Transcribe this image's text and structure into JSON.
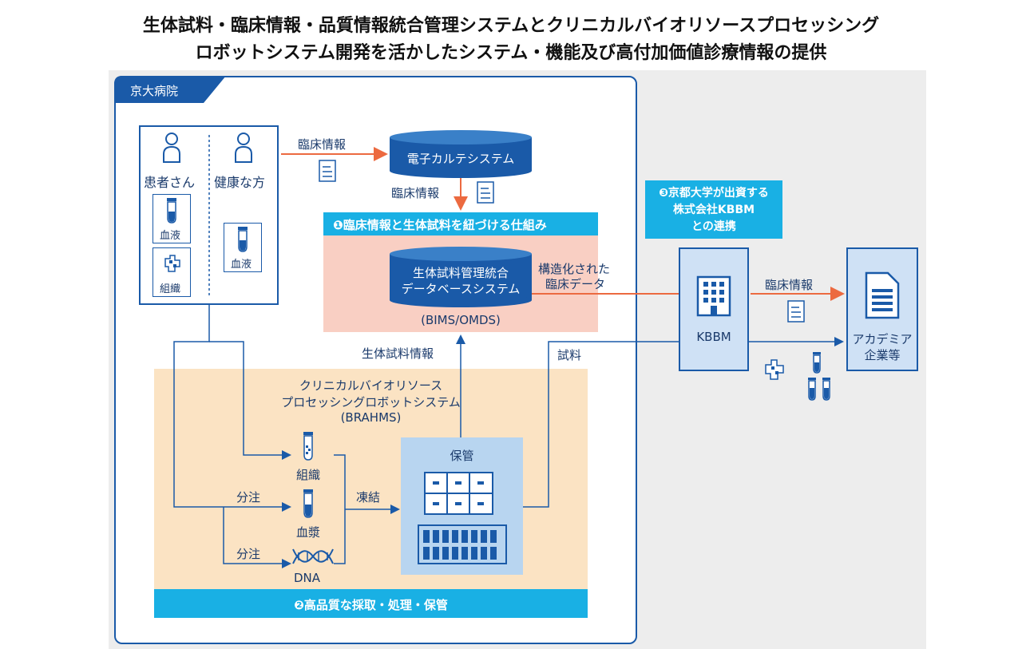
{
  "title": {
    "line1": "生体試料・臨床情報・品質情報統合管理システムとクリニカルバイオリソースプロセッシング",
    "line2": "ロボットシステム開発を活かしたシステム・機能及び高付加価値診療情報の提供"
  },
  "hospital": {
    "label": "京大病院"
  },
  "donors": {
    "patient": "患者さん",
    "healthy": "健康な方",
    "blood1": "血液",
    "tissue1": "組織",
    "blood2": "血液"
  },
  "emr": {
    "name": "電子カルテシステム",
    "arrow_in_label": "臨床情報",
    "arrow_out_label": "臨床情報"
  },
  "bims": {
    "banner": "❶臨床情報と生体試料を紐づける仕組み",
    "name_line1": "生体試料管理統合",
    "name_line2": "データベースシステム",
    "abbr": "(BIMS/OMDS)",
    "output_line1": "構造化された",
    "output_line2": "臨床データ",
    "input_label": "生体試料情報"
  },
  "brahms": {
    "name_line1": "クリニカルバイオリソース",
    "name_line2": "プロセッシングロボットシステム",
    "abbr": "(BRAHMS)",
    "tissue": "組織",
    "plasma": "血漿",
    "dna": "DNA",
    "aliquot1": "分注",
    "aliquot2": "分注",
    "freeze": "凍結",
    "storage": "保管",
    "sample_label": "試料",
    "banner": "❷高品質な採取・処理・保管"
  },
  "kbbm": {
    "banner_line1": "❸京都大学が出資する",
    "banner_line2": "株式会社KBBM",
    "banner_line3": "との連携",
    "name": "KBBM",
    "info_label": "臨床情報"
  },
  "academia": {
    "line1": "アカデミア",
    "line2": "企業等"
  },
  "colors": {
    "navy": "#1a5aa8",
    "cyan": "#19b0e4",
    "orange_arrow": "#ec6a40",
    "pink_bg": "#f9cfc3",
    "peach_bg": "#fbe3c3",
    "light_blue_box": "#cfe1f5",
    "grey_bg": "#ededed"
  }
}
